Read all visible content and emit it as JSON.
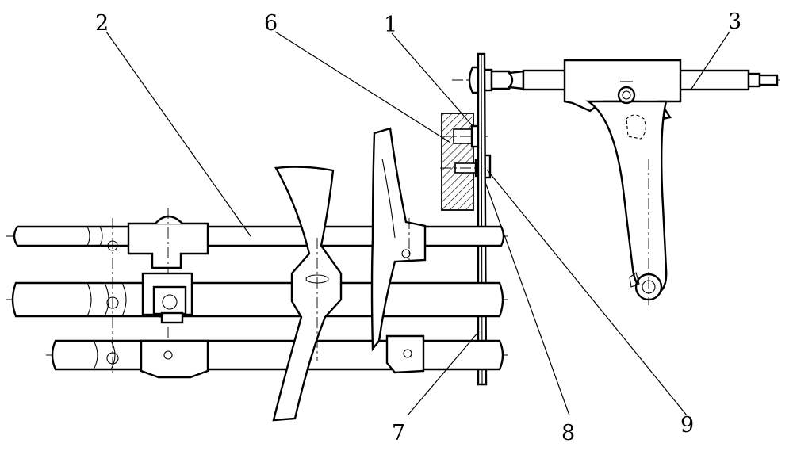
{
  "labels": {
    "l1": "1",
    "l2": "2",
    "l3": "3",
    "l6": "6",
    "l7": "7",
    "l8": "8",
    "l9": "9"
  }
}
